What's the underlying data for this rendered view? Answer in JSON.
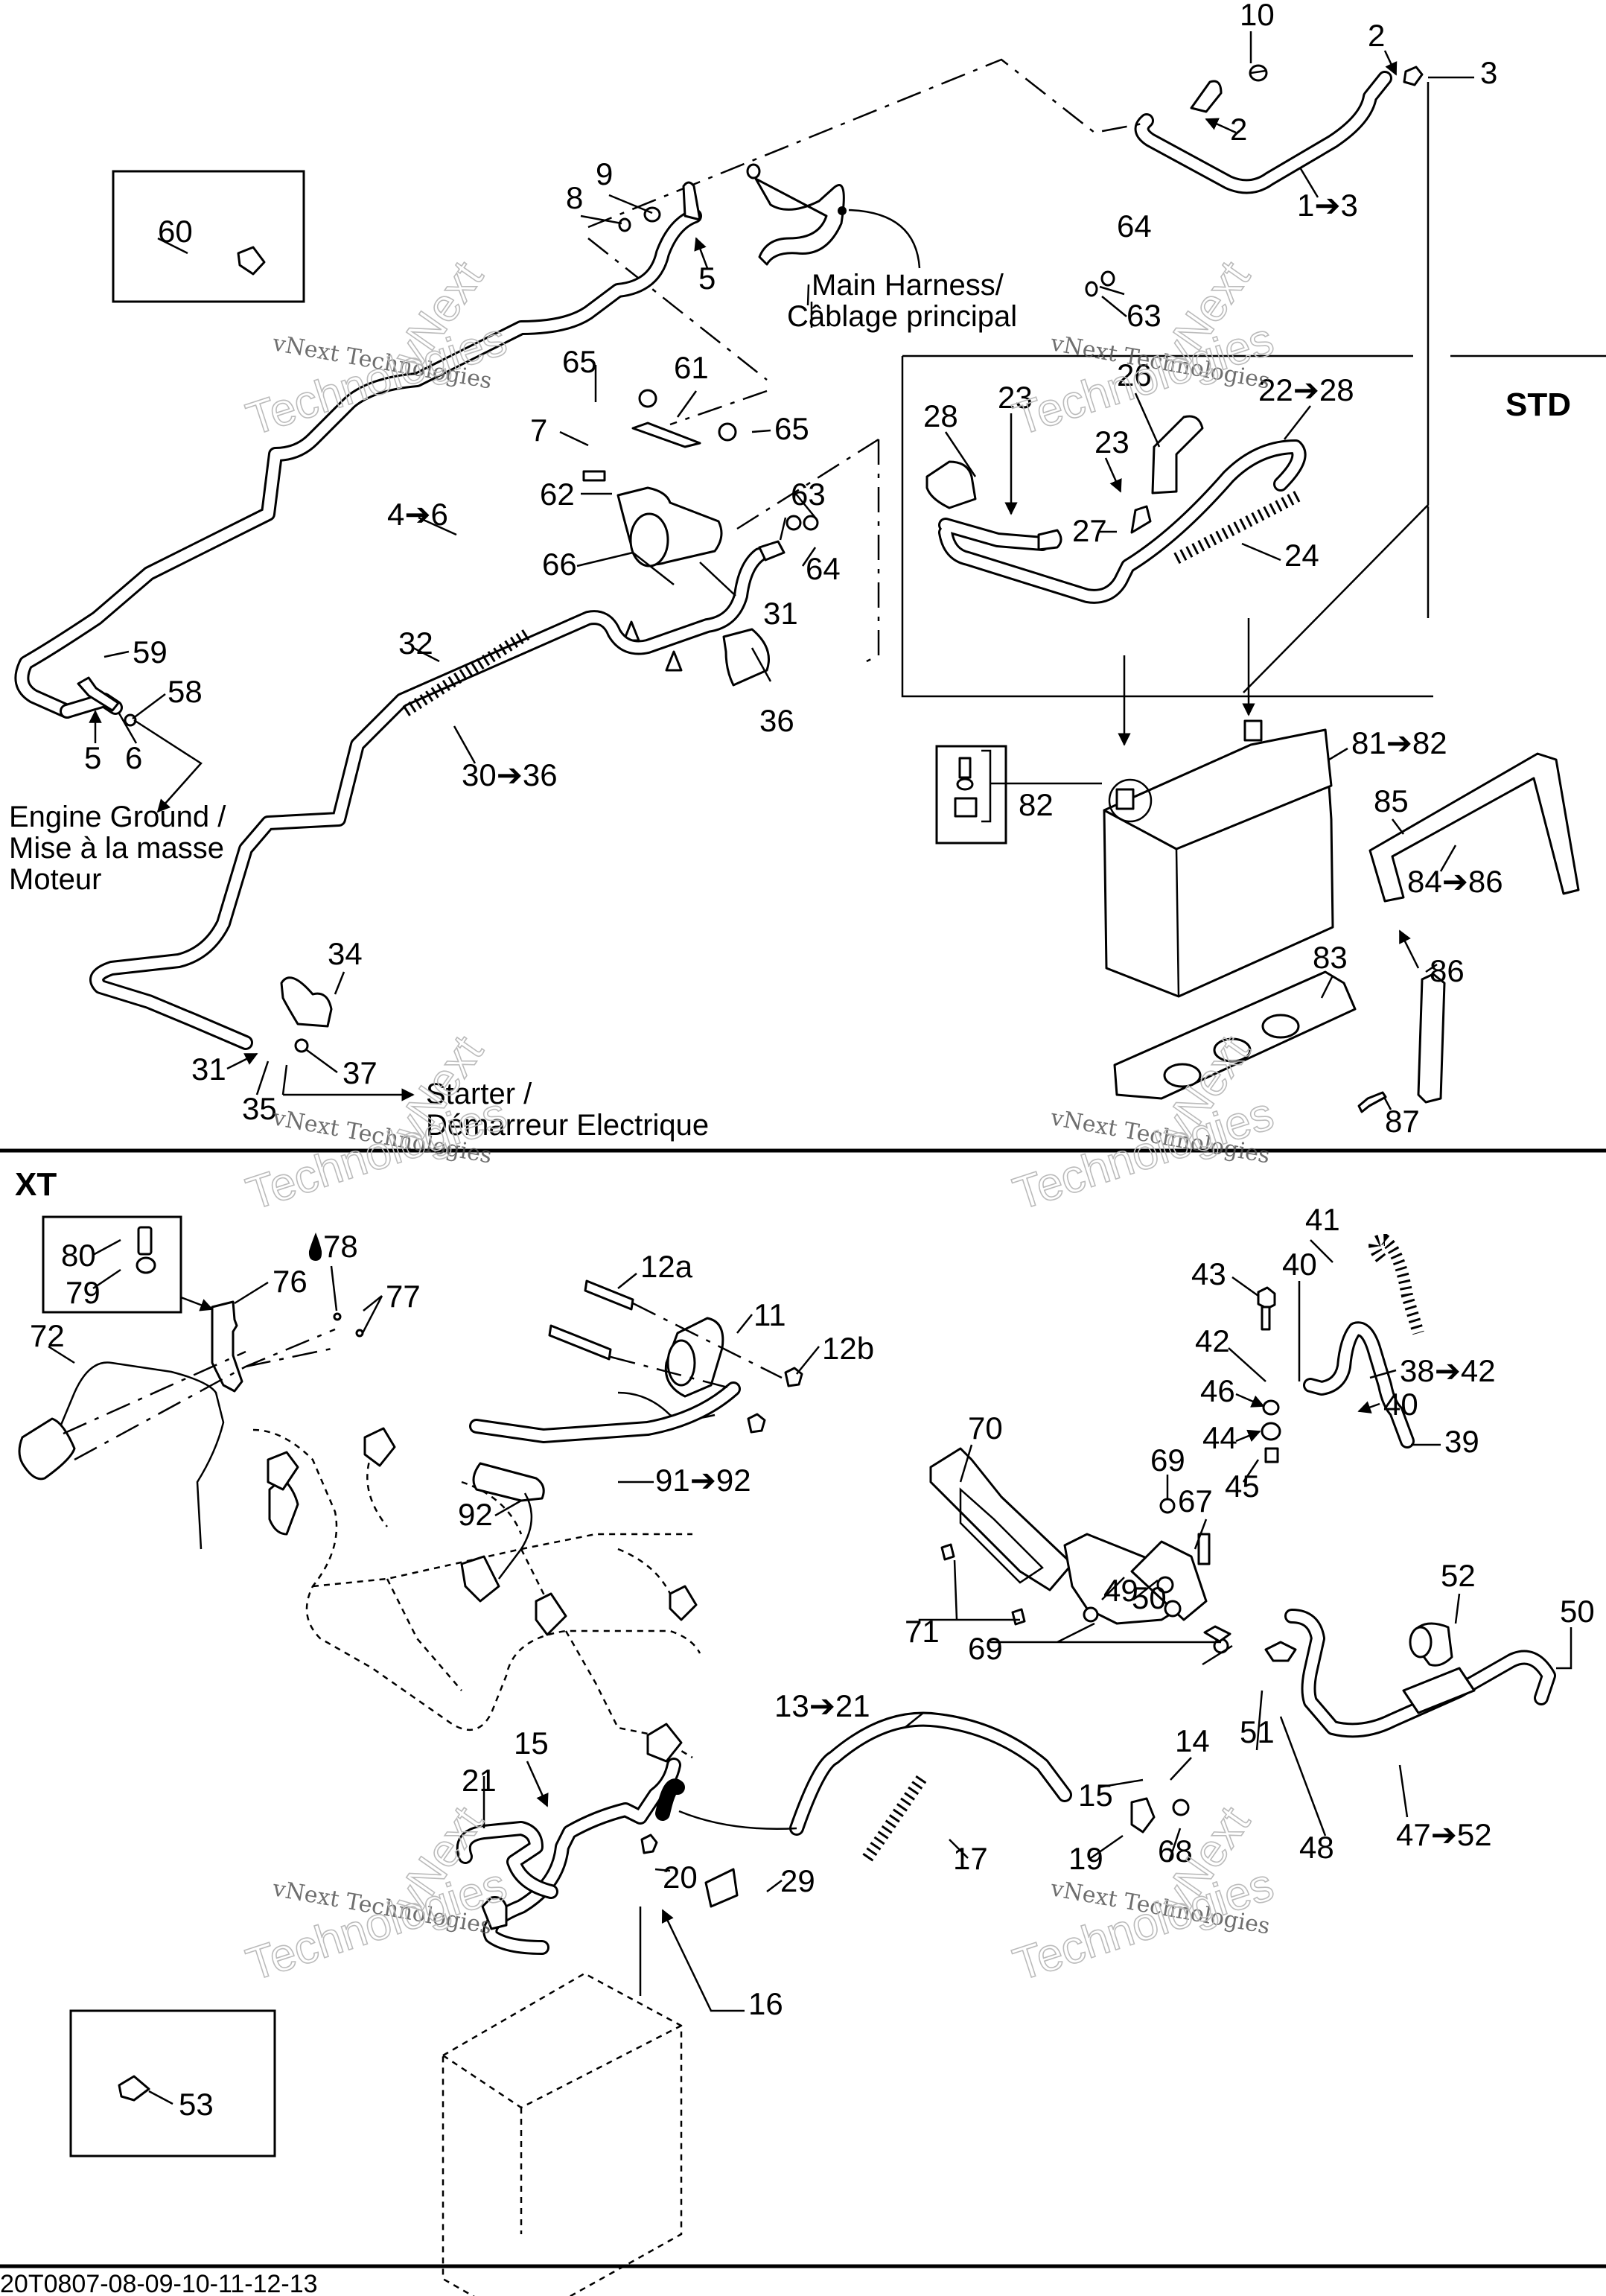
{
  "document": {
    "code": "20T0807-08-09-10-11-12-13",
    "watermark": {
      "line1": "vNext Technologies",
      "line2": "vNext",
      "line3": "Technologies"
    }
  },
  "sections": {
    "std": {
      "label": "STD"
    },
    "xt": {
      "label": "XT"
    }
  },
  "captions": {
    "main_harness": {
      "line1": "Main Harness/",
      "line2": "Câblage principal"
    },
    "engine_ground": {
      "line1": "Engine Ground /",
      "line2": "Mise à la masse",
      "line3": "Moteur"
    },
    "starter": {
      "line1": "Starter /",
      "line2": "Démarreur Electrique"
    }
  },
  "callouts": {
    "std_top": [
      "10",
      "2",
      "3",
      "2",
      "1➔3",
      "9",
      "8",
      "5",
      "64",
      "63",
      "65",
      "61",
      "7",
      "65",
      "62",
      "63",
      "64",
      "66",
      "31",
      "36",
      "4➔6",
      "60",
      "59",
      "58",
      "5",
      "6",
      "32",
      "30➔36",
      "34",
      "31",
      "37",
      "35"
    ],
    "std_battery": [
      "28",
      "23",
      "26",
      "22➔28",
      "23",
      "27",
      "24",
      "81➔82",
      "82",
      "85",
      "84➔86",
      "83",
      "86",
      "87"
    ],
    "xt": [
      "80",
      "79",
      "76",
      "78",
      "77",
      "72",
      "12a",
      "11",
      "12b",
      "91➔92",
      "92",
      "41",
      "43",
      "40",
      "42",
      "38➔42",
      "46",
      "40",
      "44",
      "39",
      "45",
      "70",
      "69",
      "67",
      "71",
      "49",
      "50",
      "52",
      "50",
      "69",
      "13➔21",
      "14",
      "51",
      "15",
      "21",
      "15",
      "17",
      "68",
      "48",
      "47➔52",
      "19",
      "20",
      "29",
      "16",
      "53"
    ]
  },
  "icons": {
    "arrow": "right-arrow-icon",
    "sealant": "drop-icon"
  }
}
